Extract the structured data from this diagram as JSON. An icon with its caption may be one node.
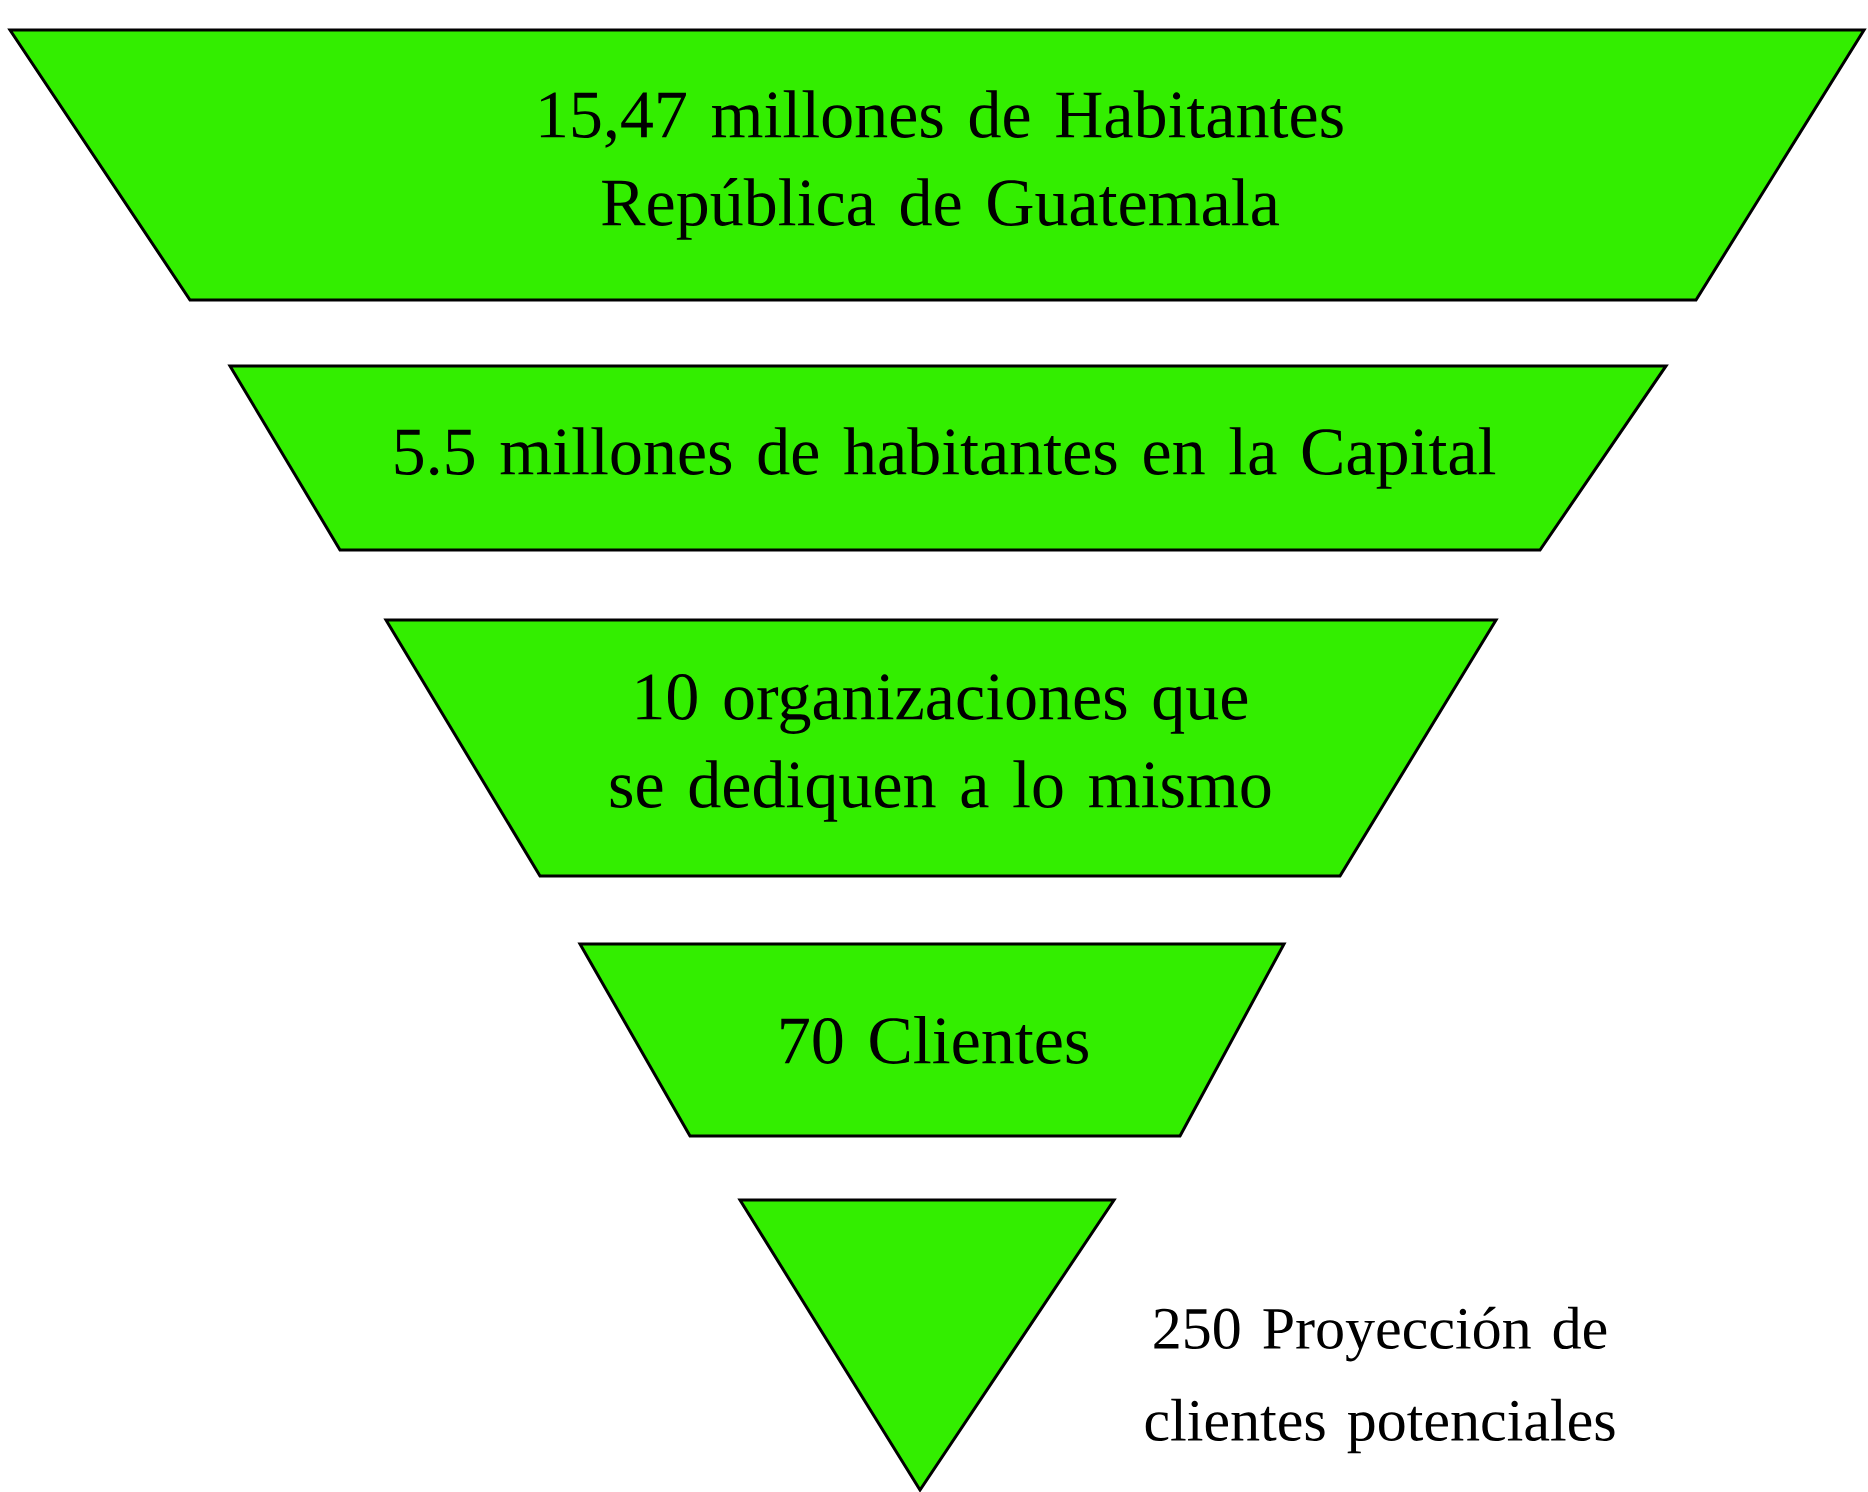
{
  "diagram": {
    "nodes": [
      {
        "text": [
          "15,47 millones de Habitantes República de Guatemala"
        ]
      },
      {
        "text": [
          "5.5 millones de habitantes en la Capital"
        ]
      },
      {
        "text": [
          "10 organizaciones que se dediquen a lo mismo"
        ]
      },
      {
        "text": [
          "70 Clientes"
        ]
      },
      {
        "text": [],
        "shape": "triangle",
        "beside": [
          "250 Proyección de clientes potenciales"
        ]
      }
    ]
  }
}
